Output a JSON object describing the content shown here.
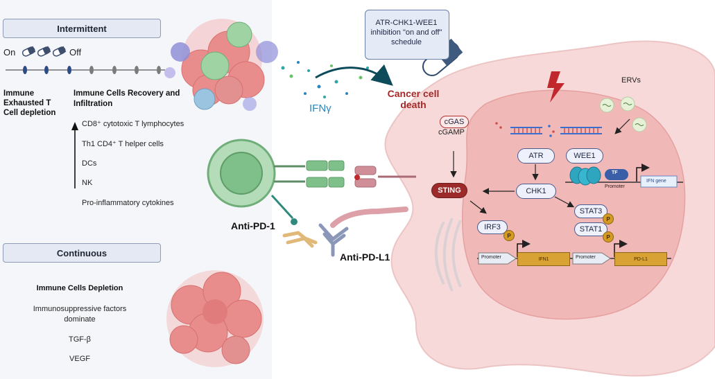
{
  "intermittent": {
    "title": "Intermittent",
    "on": "On",
    "off": "Off",
    "depletion": "Immune Exhausted T Cell depletion",
    "recovery": "Immune Cells Recovery and Infiltration",
    "cells": [
      "CD8⁺ cytotoxic T lymphocytes",
      "Th1 CD4⁺ T helper cells",
      "DCs",
      "NK",
      "Pro-inflammatory cytokines"
    ]
  },
  "continuous": {
    "title": "Continuous",
    "items": [
      "Immune Cells Depletion",
      "Immunosuppressive factors dominate",
      "TGF-β",
      "VEGF"
    ]
  },
  "center": {
    "schedule": "ATR-CHK1-WEE1 inhibition \"on and off\" schedule",
    "ifn": "IFNγ",
    "death": "Cancer cell death",
    "anti_pd1": "Anti-PD-1",
    "anti_pdl1": "Anti-PD-L1"
  },
  "cell": {
    "ervs": "ERVs",
    "cgas": "cGAS",
    "cgamp": "cGAMP",
    "sting": "STING",
    "atr": "ATR",
    "wee1": "WEE1",
    "chk1": "CHK1",
    "irf3": "IRF3",
    "stat3": "STAT3",
    "stat1": "STAT1",
    "p": "P",
    "tf": "TF",
    "promoter": "Promoter",
    "ifn_gene": "IFN gene",
    "ifn1": "IFN1",
    "pdl1": "PD-L1"
  },
  "colors": {
    "panel_bg": "#f4f6fa",
    "header_bg": "#e4e9f4",
    "tumor": "#e58a8a",
    "t_cell": "#8cc79a",
    "death_text": "#a42828",
    "ifn_text": "#2a86c0",
    "bolt": "#c0282d",
    "sting": "#9c2a2a",
    "gene": "#d9a234"
  }
}
